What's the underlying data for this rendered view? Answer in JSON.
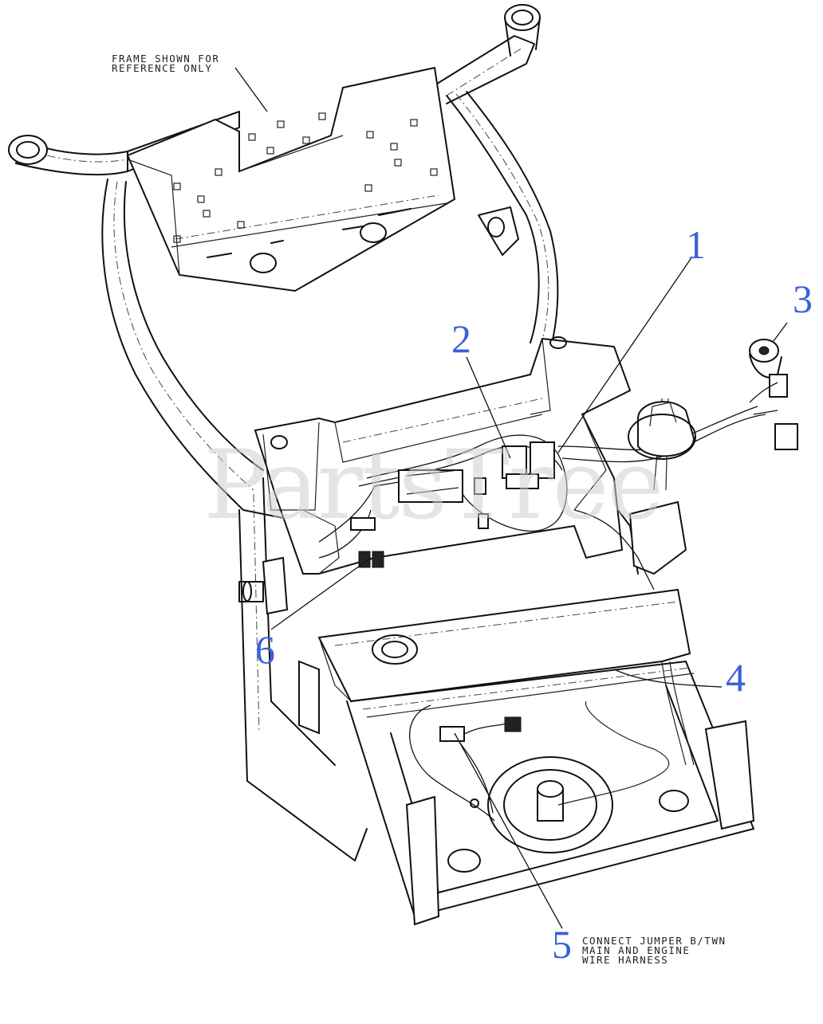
{
  "notes": {
    "frame": [
      "FRAME SHOWN FOR",
      "REFERENCE ONLY"
    ],
    "jumper": [
      "CONNECT JUMPER B/TWN",
      "MAIN AND ENGINE",
      "WIRE HARNESS"
    ]
  },
  "callouts": {
    "c1": "1",
    "c2": "2",
    "c3": "3",
    "c4": "4",
    "c5": "5",
    "c6": "6"
  },
  "watermark": "PartsTree",
  "colors": {
    "callout": "#3a62d6",
    "line": "#111111",
    "watermark": "#cfcfcf"
  }
}
